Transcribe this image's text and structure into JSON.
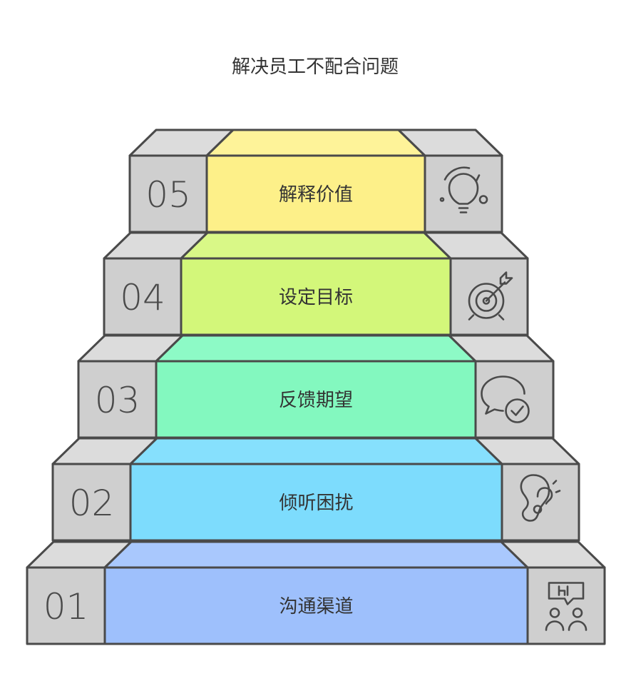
{
  "title": "解决员工不配合问题",
  "colors": {
    "side_face": "#cfcfcf",
    "side_top": "#dcdcdc",
    "outline": "#4a4a4a"
  },
  "steps": [
    {
      "number": "01",
      "label": "沟通渠道",
      "color": "#9ec0fc",
      "top_color": "#a9c8fd",
      "icon": "people-talk-icon"
    },
    {
      "number": "02",
      "label": "倾听困扰",
      "color": "#7ddcfd",
      "top_color": "#86e0fd",
      "icon": "ear-icon"
    },
    {
      "number": "03",
      "label": "反馈期望",
      "color": "#83f8bf",
      "top_color": "#8dfac6",
      "icon": "chat-check-icon"
    },
    {
      "number": "04",
      "label": "设定目标",
      "color": "#d3f77a",
      "top_color": "#d9f887",
      "icon": "target-icon"
    },
    {
      "number": "05",
      "label": "解释价值",
      "color": "#fdf089",
      "top_color": "#fef399",
      "icon": "lightbulb-icon"
    }
  ]
}
